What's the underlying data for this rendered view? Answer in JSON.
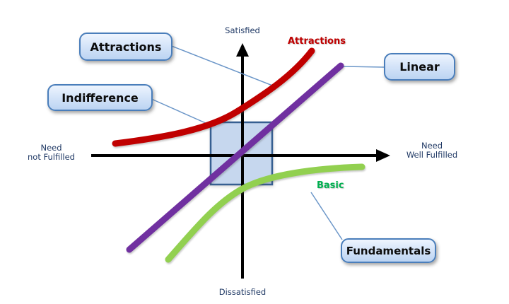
{
  "axes": {
    "top_label": "Satisfied",
    "bottom_label": "Dissatisfied",
    "left_label_line1": "Need",
    "left_label_line2": "not Fulfilled",
    "right_label_line1": "Need",
    "right_label_line2": "Well Fulfilled"
  },
  "curves": {
    "attractions": {
      "label": "Attractions",
      "color": "#C00000"
    },
    "linear": {
      "label": "Linear",
      "color": "#7030A0"
    },
    "basic": {
      "label": "Basic",
      "color": "#92D050"
    }
  },
  "curve_labels": {
    "attractions": "Attractions",
    "basic": "Basic"
  },
  "callouts": {
    "attractions": "Attractions",
    "indifference": "Indifference",
    "linear": "Linear",
    "fundamentals": "Fundamentals"
  },
  "colors": {
    "attractions_curve": "#C00000",
    "linear_curve": "#7030A0",
    "basic_curve": "#92D050",
    "attractions_label_text": "#C00000",
    "basic_label_text": "#00B050",
    "axis": "#000000",
    "axis_label_text": "#1F3864",
    "zone_fill": "#C6D7EE",
    "zone_border": "#365F91",
    "connector": "#6B96C8",
    "callout_border": "#4A7EBB"
  }
}
